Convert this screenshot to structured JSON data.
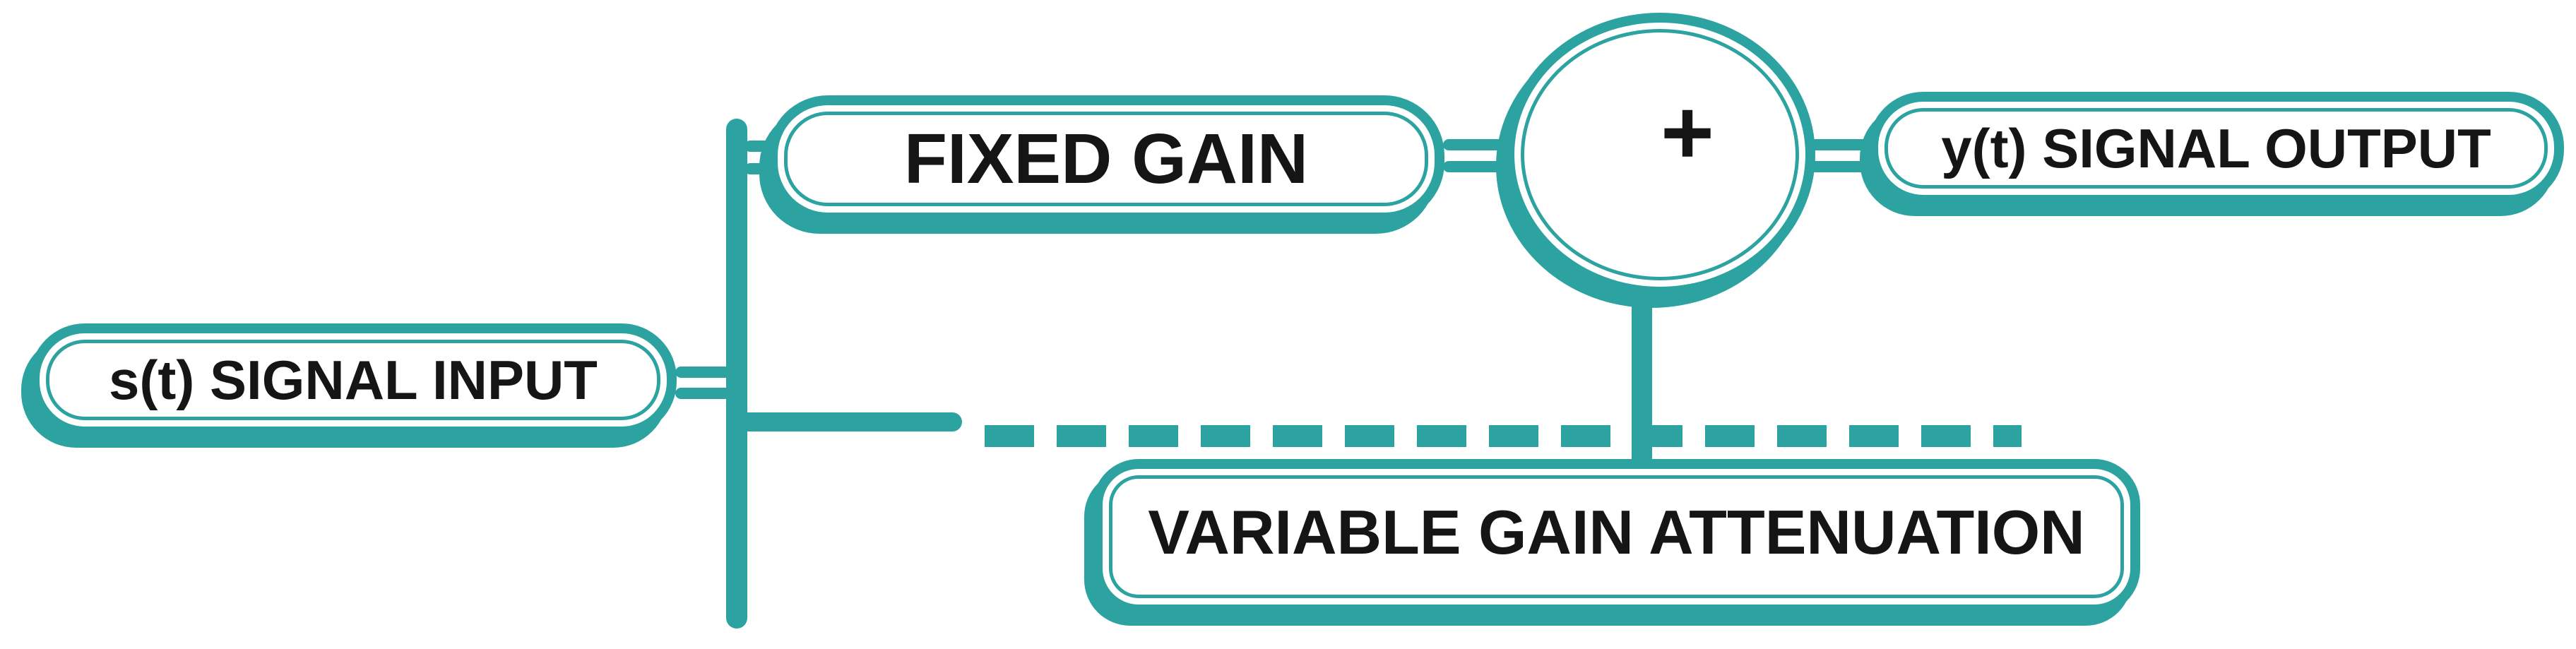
{
  "diagram": {
    "background": "#ffffff",
    "accent_color": "#2da3a1",
    "text_color": "#151515",
    "nodes": {
      "signal_input": {
        "label": "s(t) SIGNAL INPUT"
      },
      "fixed_gain": {
        "label": "FIXED GAIN"
      },
      "summing_junction": {
        "operator": "+"
      },
      "signal_output": {
        "label": "y(t) SIGNAL OUTPUT"
      },
      "variable_gain_attenuation": {
        "label": "VARIABLE GAIN ATTENUATION"
      }
    },
    "connections": [
      {
        "from": "signal_input",
        "to": "fixed_gain",
        "style": "solid"
      },
      {
        "from": "signal_input",
        "to": "variable_gain_attenuation",
        "style": "solid then dashed"
      },
      {
        "from": "fixed_gain",
        "to": "summing_junction",
        "style": "solid"
      },
      {
        "from": "variable_gain_attenuation",
        "to": "summing_junction",
        "style": "solid"
      },
      {
        "from": "summing_junction",
        "to": "signal_output",
        "style": "solid"
      }
    ]
  }
}
